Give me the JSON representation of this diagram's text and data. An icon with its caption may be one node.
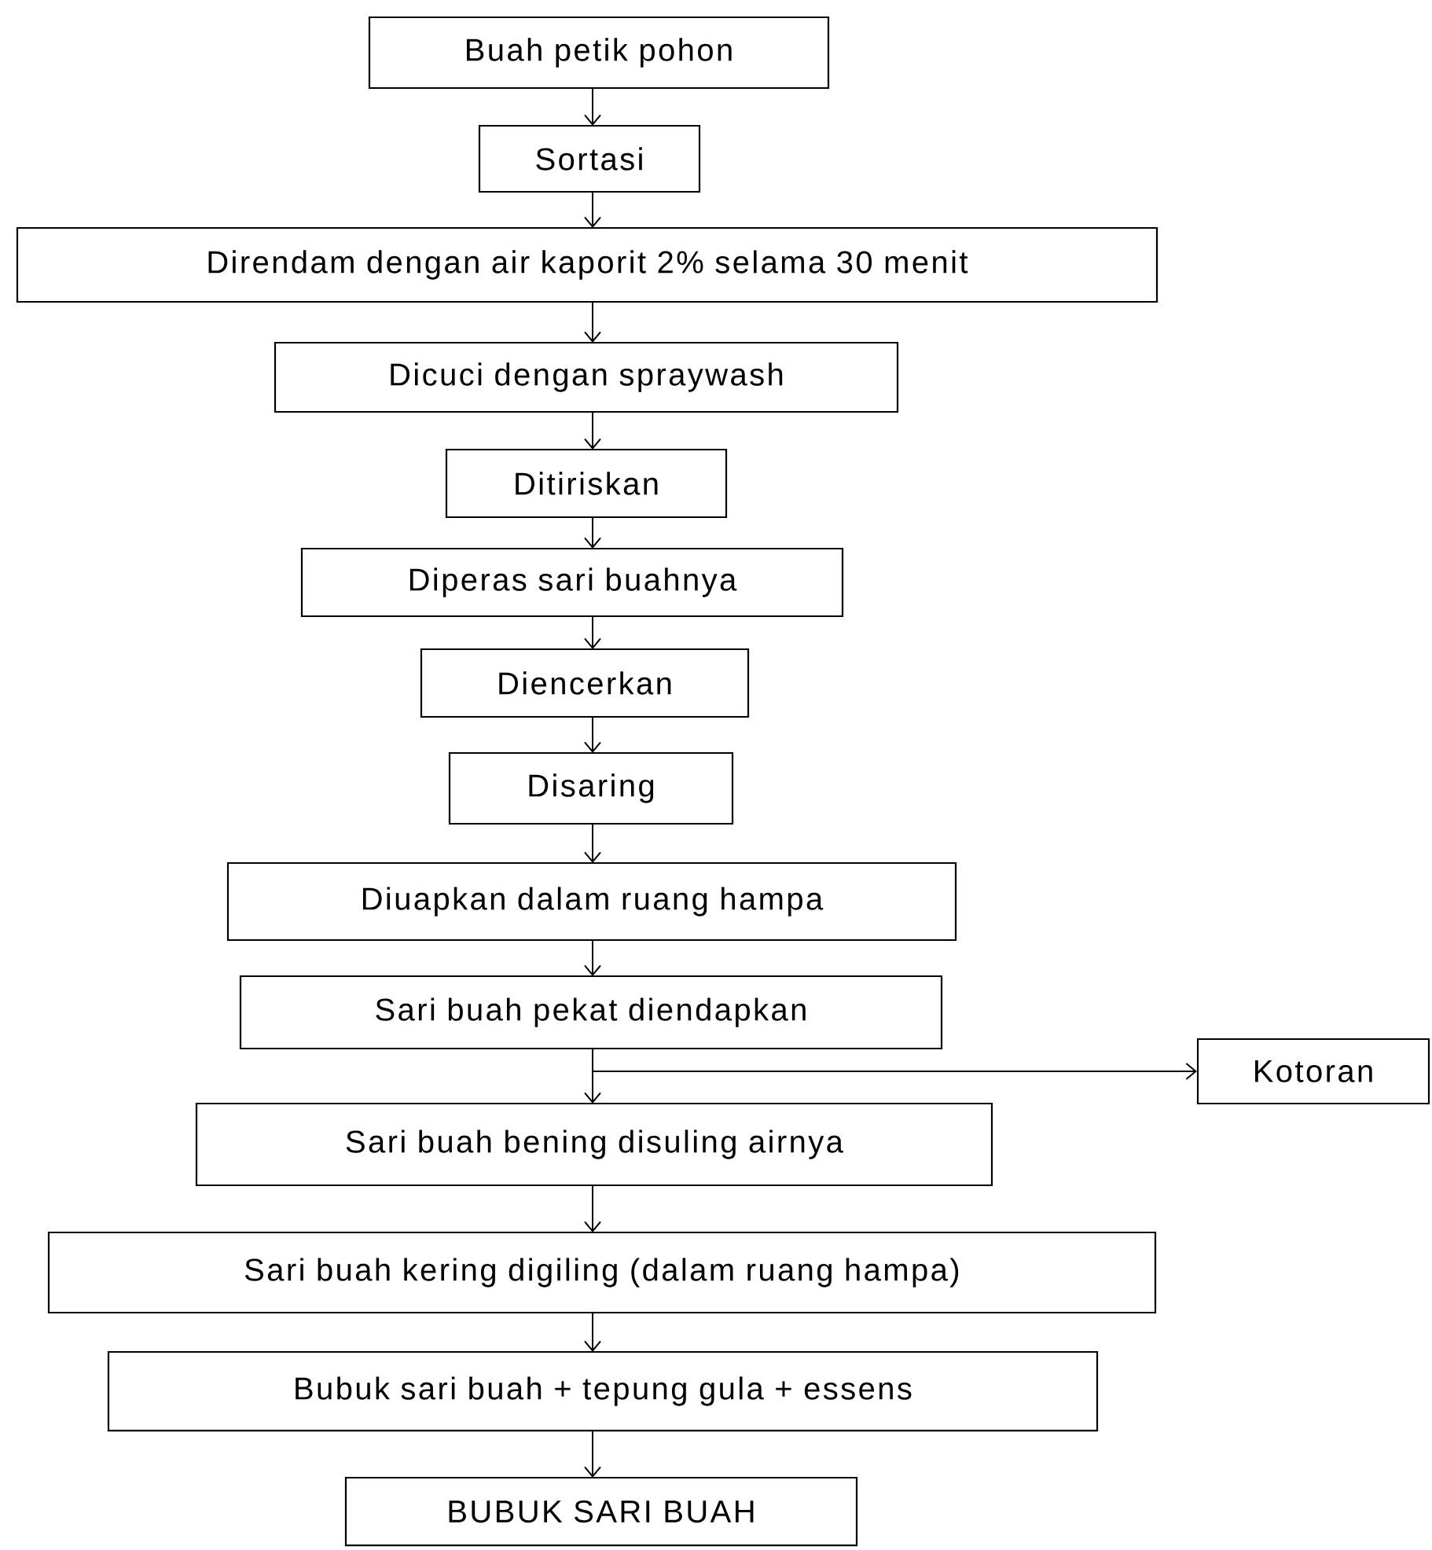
{
  "diagram": {
    "nodes": [
      {
        "text": [
          "Buah petik pohon"
        ]
      },
      {
        "text": [
          "Sortasi"
        ]
      },
      {
        "text": [
          "Direndam dengan air kaporit 2% selama 30 menit"
        ]
      },
      {
        "text": [
          "Dicuci dengan spraywash"
        ]
      },
      {
        "text": [
          "Ditiriskan"
        ]
      },
      {
        "text": [
          "Diperas sari buahnya"
        ]
      },
      {
        "text": [
          "Diencerkan"
        ]
      },
      {
        "text": [
          "Disaring"
        ]
      },
      {
        "text": [
          "Diuapkan dalam ruang hampa"
        ]
      },
      {
        "text": [
          "Sari buah pekat diendapkan"
        ]
      },
      {
        "text": [
          "Kotoran"
        ]
      },
      {
        "text": [
          "Sari buah bening disuling airnya"
        ]
      },
      {
        "text": [
          "Sari buah kering digiling (dalam ruang hampa)"
        ]
      },
      {
        "text": [
          "Bubuk sari buah + tepung gula + essens"
        ]
      },
      {
        "text": [
          "BUBUK SARI BUAH"
        ]
      }
    ],
    "edges": [
      {
        "from": 0,
        "to": 1,
        "arrow": "to"
      },
      {
        "from": 1,
        "to": 2,
        "arrow": "to"
      },
      {
        "from": 2,
        "to": 3,
        "arrow": "to"
      },
      {
        "from": 3,
        "to": 4,
        "arrow": "to"
      },
      {
        "from": 4,
        "to": 5,
        "arrow": "to"
      },
      {
        "from": 5,
        "to": 6,
        "arrow": "to"
      },
      {
        "from": 6,
        "to": 7,
        "arrow": "to"
      },
      {
        "from": 7,
        "to": 8,
        "arrow": "to"
      },
      {
        "from": 8,
        "to": 9,
        "arrow": "to"
      },
      {
        "from": 9,
        "to": 10,
        "arrow": "to"
      },
      {
        "from": 9,
        "to": 11,
        "arrow": "to"
      },
      {
        "from": 11,
        "to": 12,
        "arrow": "to"
      },
      {
        "from": 12,
        "to": 13,
        "arrow": "to"
      },
      {
        "from": 13,
        "to": 14,
        "arrow": "to"
      }
    ]
  }
}
